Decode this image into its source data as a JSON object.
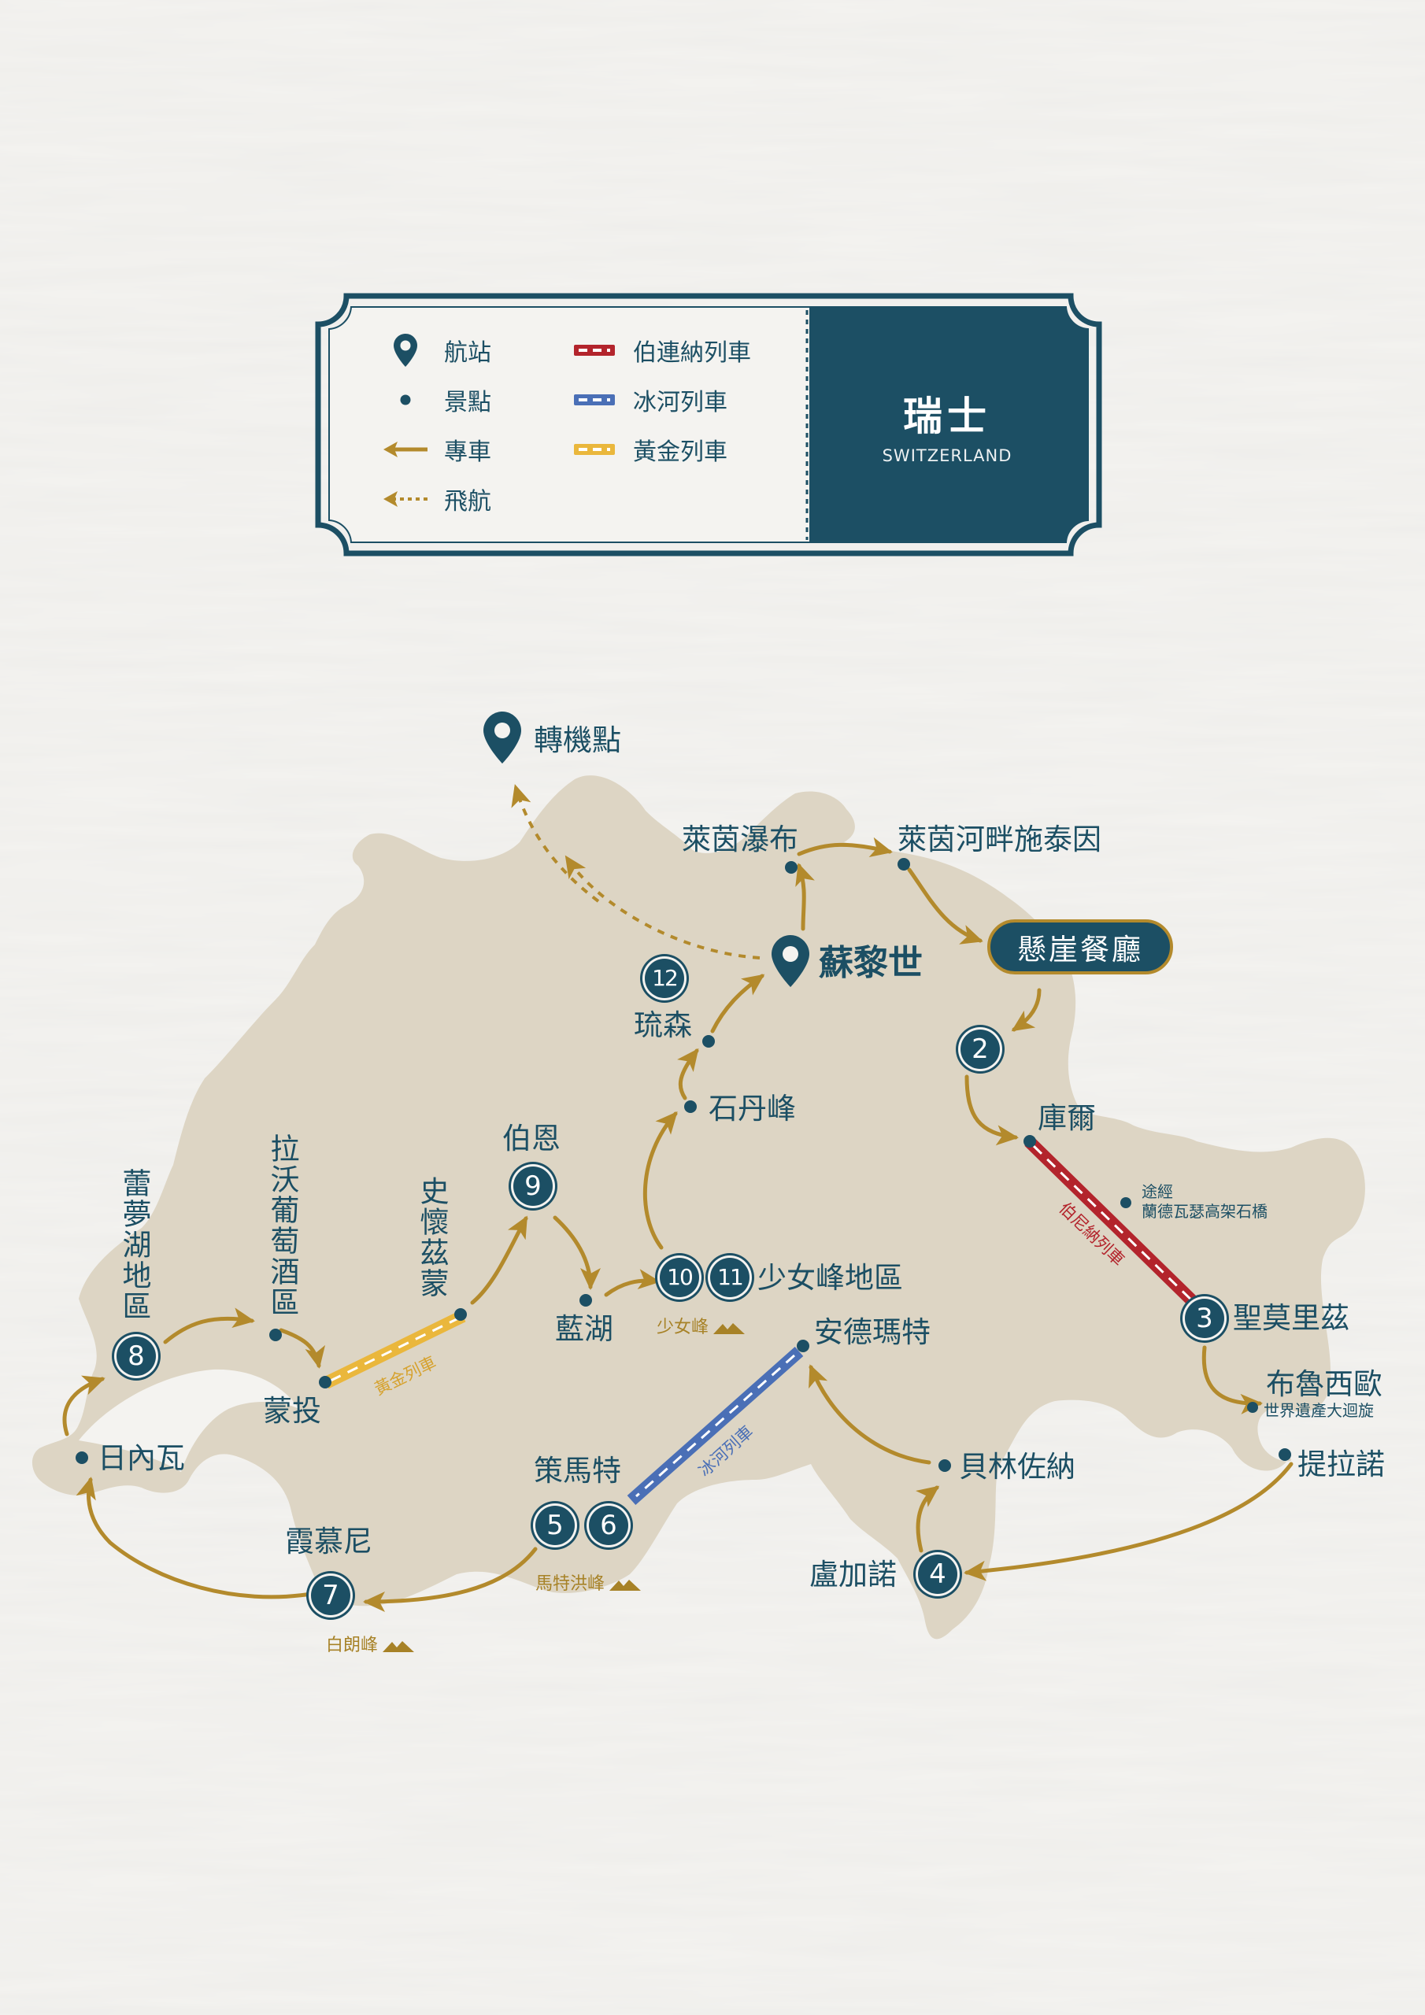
{
  "legend": {
    "items": [
      {
        "icon": "location-pin-icon",
        "label": "航站"
      },
      {
        "icon": "dot-icon",
        "label": "景點"
      },
      {
        "icon": "solid-arrow-icon",
        "label": "專車"
      },
      {
        "icon": "dashed-arrow-icon",
        "label": "飛航"
      },
      {
        "icon": "bernina-train-line",
        "label": "伯連納列車"
      },
      {
        "icon": "glacier-train-line",
        "label": "冰河列車"
      },
      {
        "icon": "golden-train-line",
        "label": "黃金列車"
      }
    ],
    "country_name": "瑞士",
    "country_en": "SWITZERLAND"
  },
  "places": {
    "transfer": "轉機點",
    "zurich": "蘇黎世",
    "rhine_falls": "萊茵瀑布",
    "stein_am_rhein": "萊茵河畔施泰因",
    "cliff_restaurant": "懸崖餐廳",
    "lucerne": "琉森",
    "stanserhorn": "石丹峰",
    "chur": "庫爾",
    "landwasser": "途經\n蘭德瓦瑟高架石橋",
    "st_moritz": "聖莫里茲",
    "brusio": "布魯西歐",
    "brusio_note": "世界遺產大迴旋",
    "tirano": "提拉諾",
    "lugano": "盧加諾",
    "bellinzona": "貝林佐納",
    "andermatt": "安德瑪特",
    "zermatt": "策馬特",
    "jungfrau_region": "少女峰地區",
    "blue_lake": "藍湖",
    "bern": "伯恩",
    "spiez": "史懷茲蒙",
    "lavaux": "拉沃葡萄酒區",
    "montreux": "蒙投",
    "leman": "蕾夢湖地區",
    "geneva": "日內瓦",
    "chamonix": "霞慕尼"
  },
  "peaks": {
    "jungfrau": "少女峰",
    "matterhorn": "馬特洪峰",
    "mont_blanc": "白朗峰"
  },
  "trains": {
    "bernina": "伯尼納列車",
    "glacier": "冰河列車",
    "golden": "黃金列車"
  },
  "stops": {
    "s2": "2",
    "s3": "3",
    "s4": "4",
    "s5": "5",
    "s6": "6",
    "s7": "7",
    "s8": "8",
    "s9": "9",
    "s10": "10",
    "s11": "11",
    "s12": "12"
  },
  "colors": {
    "teal": "#1c4f64",
    "gold": "#b38a2c",
    "land": "#ddd5c4",
    "bernina_red": "#b3242c",
    "glacier_blue": "#4a6fb6",
    "golden_yellow": "#eab73c"
  }
}
